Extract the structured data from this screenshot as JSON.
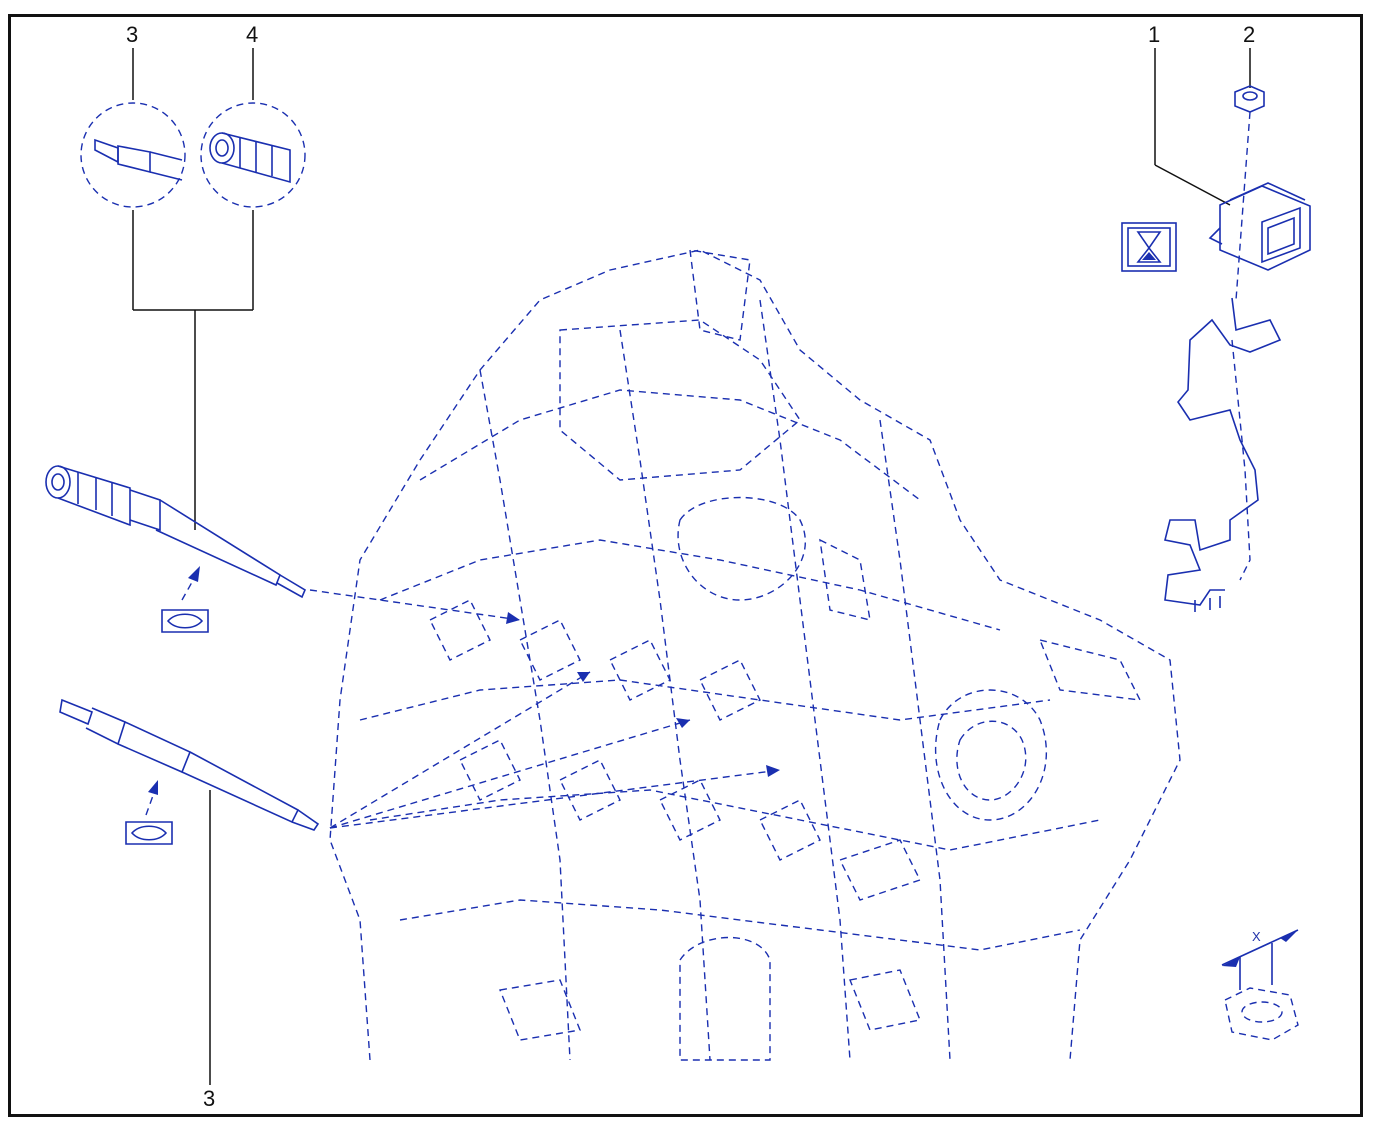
{
  "callouts": {
    "c1": "1",
    "c2": "2",
    "c3_top": "3",
    "c4": "4",
    "c3_bottom": "3"
  },
  "dimension_label": "X",
  "icons": [
    "hourglass-icon",
    "seal-gasket-icon",
    "nut-tightening-dimension-icon"
  ],
  "colors": {
    "line": "#1a2fb0",
    "frame": "#111111",
    "background": "#ffffff"
  }
}
